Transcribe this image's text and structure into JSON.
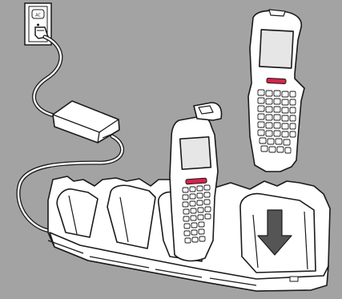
{
  "illustration": {
    "background_color": "#a3a3a3",
    "line_color": "#1a1a1a",
    "body_color": "#ffffff",
    "accent_color": "#d8234a",
    "screen_color": "#e6e6e6",
    "outlet_label": "AC",
    "cradle_slot_count": 4,
    "devices": [
      {
        "name": "device-seated",
        "placement": "slot-3"
      },
      {
        "name": "device-inserting",
        "placement": "above-slot-4",
        "motion": "down-arrow"
      }
    ]
  }
}
